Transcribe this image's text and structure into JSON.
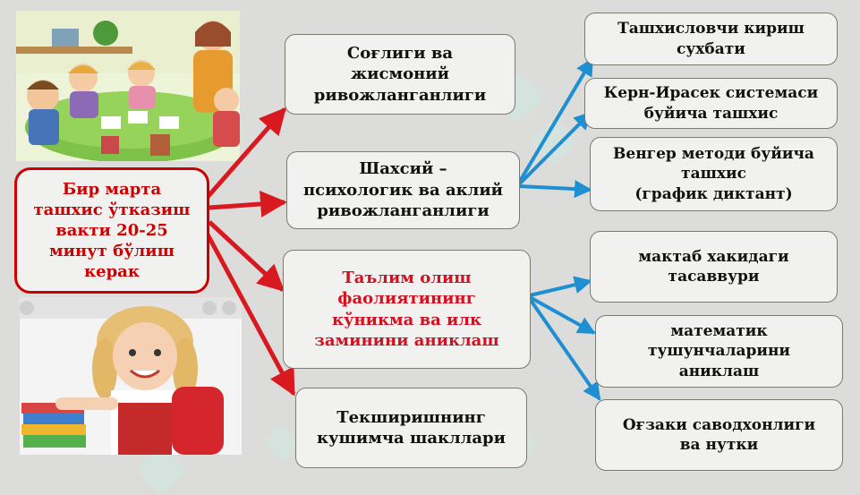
{
  "central": "Бир  марта\nташхис ўтказиш\nвакти 20-25\nминут бўлиш\nкерак",
  "mid_boxes": [
    {
      "text": "Соғлиги ва\nжисмоний\nривожланганлиги"
    },
    {
      "text": "Шахсий –\nпсихологик ва аклий\nривожланганлиги"
    },
    {
      "text": "Таълим олиш\nфаолиятининг\nкўникма ва илк\nзаминини аниклаш"
    },
    {
      "text": "Текширишнинг\nкушимча шакллари"
    }
  ],
  "right_boxes": [
    {
      "text": "Ташхисловчи кириш\nсухбати"
    },
    {
      "text": "Керн-Ирасек системаси\nбуйича ташхис"
    },
    {
      "text": "Венгер методи буйича\nташхис\n(график диктант)"
    },
    {
      "text": "мактаб хакидаги\nтасаввури"
    },
    {
      "text": "математик\nтушунчаларини\nаниклаш"
    },
    {
      "text": "Оғзаки  саводхонлиги\nва нутки"
    }
  ],
  "colors": {
    "red_arrow": "#d81920",
    "blue_arrow": "#1e8fd0",
    "main_text": "#cc0000"
  },
  "images": [
    "classroom-illustration",
    "schoolgirl-photo"
  ]
}
